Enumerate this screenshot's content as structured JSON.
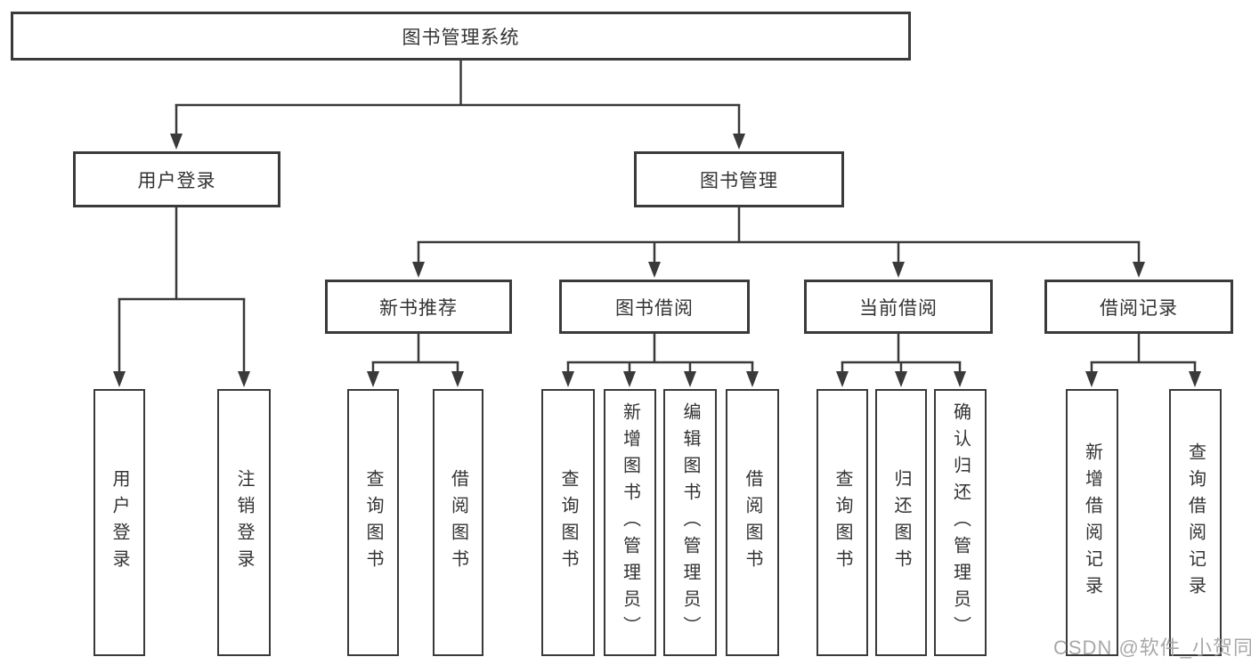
{
  "title": "图书管理系统",
  "watermark": "CSDN @软件_小贺同学",
  "tree": {
    "root": {
      "label": "图书管理系统"
    },
    "branches": [
      {
        "label": "用户登录",
        "children": [
          {
            "label": "用户登录"
          },
          {
            "label": "注销登录"
          }
        ]
      },
      {
        "label": "图书管理",
        "children": [
          {
            "label": "新书推荐",
            "children": [
              {
                "label": "查询图书"
              },
              {
                "label": "借阅图书"
              }
            ]
          },
          {
            "label": "图书借阅",
            "children": [
              {
                "label": "查询图书"
              },
              {
                "label": "新增图书（管理员）"
              },
              {
                "label": "编辑图书（管理员）"
              },
              {
                "label": "借阅图书"
              }
            ]
          },
          {
            "label": "当前借阅",
            "children": [
              {
                "label": "查询图书"
              },
              {
                "label": "归还图书"
              },
              {
                "label": "确认归还（管理员）"
              }
            ]
          },
          {
            "label": "借阅记录",
            "children": [
              {
                "label": "新增借阅记录"
              },
              {
                "label": "查询借阅记录"
              }
            ]
          }
        ]
      }
    ]
  },
  "colors": {
    "line": "#3a3a3a",
    "text": "#333333",
    "box_fill": "#ffffff",
    "watermark": "#9f9f9f",
    "background": "#ffffff"
  }
}
